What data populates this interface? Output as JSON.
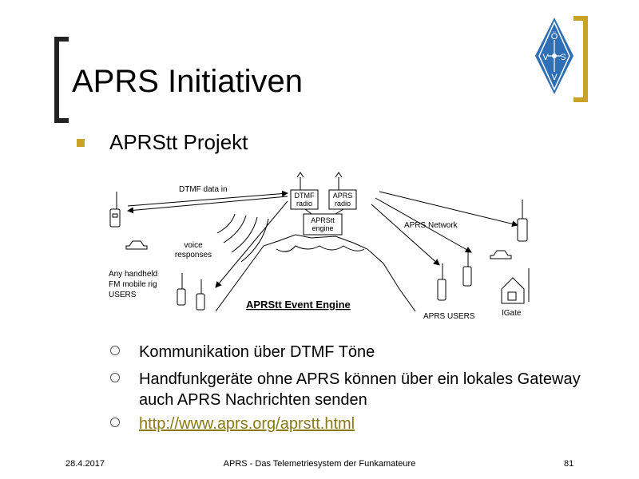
{
  "slide": {
    "title": "APRS Initiativen",
    "bullet": "APRStt Projekt",
    "sub_bullets": [
      "Kommunikation über DTMF Töne",
      "Handfunkgeräte ohne APRS können über ein lokales Gateway auch APRS Nachrichten senden"
    ],
    "link": "http://www.aprs.org/aprstt.html"
  },
  "logo": {
    "letters": [
      "Ö",
      "V",
      "S",
      "V"
    ],
    "color": "#2e6fb5"
  },
  "diagram": {
    "dtmf_data_in": "DTMF data in",
    "dtmf_radio_1": "DTMF",
    "dtmf_radio_2": "radio",
    "aprs_radio_1": "APRS",
    "aprs_radio_2": "radio",
    "engine_1": "APRStt",
    "engine_2": "engine",
    "voice_1": "voice",
    "voice_2": "responses",
    "aprs_network": "APRS Network",
    "users_1": "Any handheld",
    "users_2": "FM mobile rig",
    "users_3": "USERS",
    "event_engine": "APRStt Event Engine",
    "aprs_users": "APRS USERS",
    "igate": "IGate"
  },
  "footer": {
    "date": "28.4.2017",
    "center": "APRS - Das Telemetriesystem der Funkamateure",
    "page": "81"
  },
  "colors": {
    "accent": "#c9a227",
    "link": "#8a7a14"
  }
}
